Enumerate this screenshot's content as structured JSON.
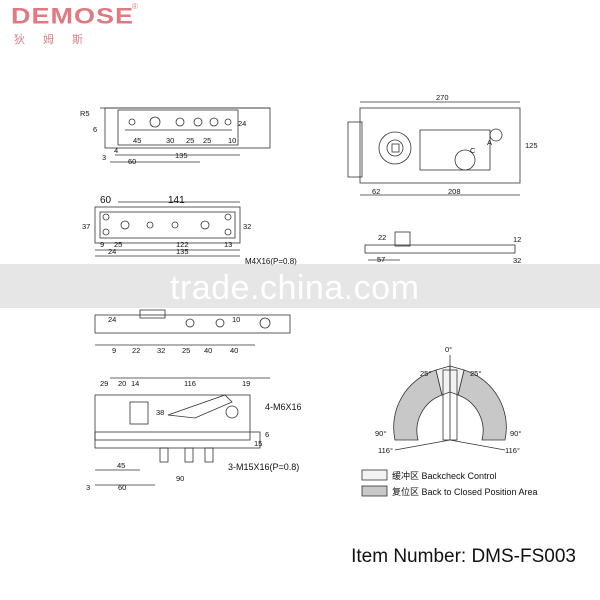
{
  "logo": {
    "brand": "DEMOSE",
    "chinese": "狄姆斯",
    "registered": "®"
  },
  "watermark": "trade.china.com",
  "item_number": "Item Number: DMS-FS003",
  "legend": [
    {
      "label": "缓冲区 Backcheck Control",
      "color": "#f2f2f2"
    },
    {
      "label": "复位区 Back to Closed Position Area",
      "color": "#c8c8c8"
    }
  ],
  "dims": {
    "top_left": [
      "R5",
      "6",
      "3",
      "4",
      "45",
      "30",
      "25",
      "25",
      "10",
      "24",
      "60",
      "135"
    ],
    "plate": [
      "60",
      "141",
      "37",
      "9",
      "25",
      "122",
      "13",
      "24",
      "135",
      "32",
      "M4X16(P=0.8)"
    ],
    "side": [
      "9",
      "22",
      "32",
      "25",
      "40",
      "40",
      "24",
      "10"
    ],
    "bottom": [
      "29",
      "20",
      "14",
      "116",
      "19",
      "38",
      "4-M6X16",
      "6",
      "15",
      "45",
      "90",
      "3-M15X16(P=0.8)",
      "3",
      "60"
    ],
    "top_right": [
      "270",
      "125",
      "62",
      "208",
      "A",
      "C"
    ],
    "small_side": [
      "22",
      "57",
      "12",
      "32"
    ],
    "angles": [
      "0°",
      "25°",
      "25°",
      "90°",
      "90°",
      "116°",
      "116°"
    ]
  }
}
